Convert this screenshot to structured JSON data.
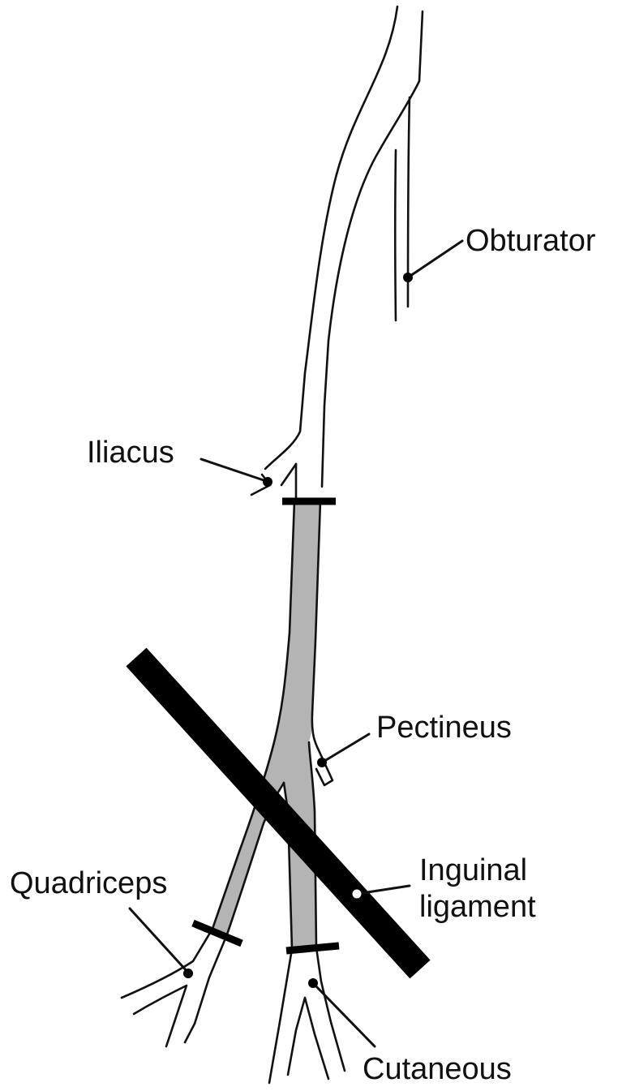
{
  "labels": {
    "obturator": "Obturator",
    "iliacus": "Iliacus",
    "pectineus": "Pectineus",
    "inguinal_line1": "Inguinal",
    "inguinal_line2": "ligament",
    "quadriceps": "Quadriceps",
    "cutaneous": "Cutaneous"
  },
  "colors": {
    "outline": "#111111",
    "shaded_segment": "#b4b4b4",
    "ligament_bar": "#000000",
    "background": "#ffffff"
  }
}
